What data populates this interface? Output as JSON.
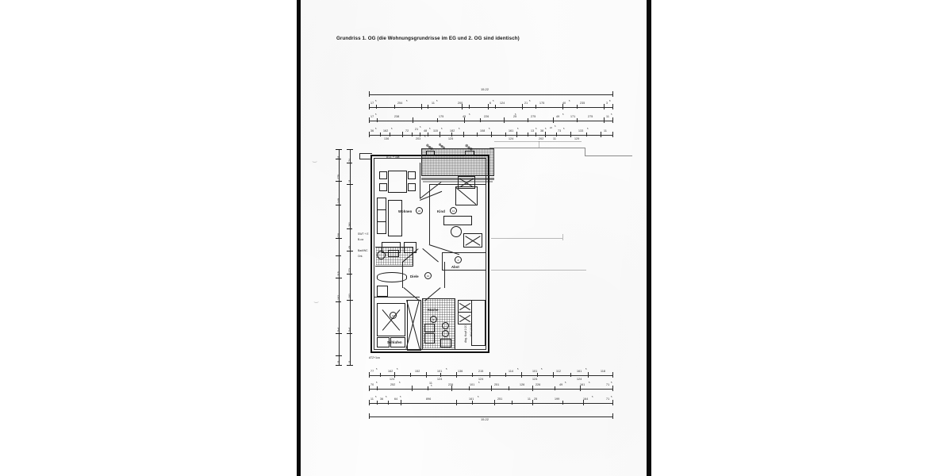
{
  "document": {
    "caption": "Grundriss 1. OG (die Wohnungsgrundrisse im EG und 2. OG sind identisch)",
    "sheet_color": "#fdfdfd",
    "ink_color": "#1b1b1b",
    "scan_bar_color": "#0a0a0a"
  },
  "plan": {
    "total_width_top": "15.22",
    "total_width_bottom": "15.22",
    "rooms": [
      {
        "id": "wohnen",
        "label": "Wohnen",
        "area_mark": "22"
      },
      {
        "id": "kind",
        "label": "Kind",
        "area_mark": "12"
      },
      {
        "id": "diele",
        "label": "Diele",
        "area_mark": "10"
      },
      {
        "id": "abst",
        "label": "Abst",
        "area_mark": "2"
      },
      {
        "id": "schlafen",
        "label": "Schlafen",
        "area_mark": "14"
      },
      {
        "id": "kueche",
        "label": "Küche",
        "area_mark": "9"
      }
    ],
    "annotations": {
      "left_note_1": "SWT + E",
      "left_note_2": "B-ca",
      "left_note_3": "Bad/WC",
      "left_note_4": "Ont.",
      "top_note": "ATZ. + 1ca",
      "right_note_1": "Abg. Kopf 2.20",
      "right_note_2": "HV 0,9 %",
      "bottom_note": "ATZ+1ca"
    },
    "dimensions": {
      "top": [
        {
          "row": 1,
          "values": [
            "17",
            "5",
            "254",
            "5",
            "11",
            "5",
            "200",
            "6",
            "124",
            "21",
            "175",
            "40",
            "5",
            "235",
            "5",
            "3",
            "8",
            "245",
            "5",
            "11",
            "5"
          ]
        },
        {
          "row": 2,
          "values": [
            "17",
            "5",
            "238",
            "175",
            "49",
            "5",
            "226",
            "25",
            "5",
            "275",
            "49",
            "5",
            "171",
            "275",
            "11",
            "5"
          ]
        },
        {
          "row": 3,
          "values": [
            "36",
            "5",
            "162",
            "5",
            "136",
            "72",
            "21",
            "5",
            "48",
            "5",
            "203",
            "5",
            "115",
            "5",
            "182",
            "5",
            "125",
            "108",
            "5",
            "161",
            "5",
            "124",
            "13",
            "5",
            "38",
            "5",
            "22",
            "5",
            "202",
            "11",
            "73",
            "5",
            "129",
            "133",
            "5",
            "11"
          ]
        }
      ],
      "bottom": [
        {
          "row": 1,
          "values": [
            "77",
            "5",
            "162",
            "5",
            "124",
            "152",
            "101",
            "5",
            "124",
            "136",
            "215",
            "124",
            "114",
            "5",
            "101",
            "5",
            "124",
            "112",
            "161",
            "5",
            "124",
            "118"
          ]
        },
        {
          "row": 2,
          "values": [
            "70",
            "5",
            "252",
            "5",
            "11",
            "5",
            "226",
            "101",
            "5",
            "251",
            "126",
            "226",
            "49",
            "5",
            "161",
            "5",
            "164",
            "5",
            "71",
            "5"
          ]
        },
        {
          "row": 3,
          "values": [
            "11",
            "5",
            "36",
            "5",
            "64",
            "5",
            "11",
            "5",
            "896",
            "161",
            "5",
            "251",
            "11",
            "25",
            "199",
            "11",
            "5",
            "164",
            "5",
            "71",
            "5"
          ]
        }
      ],
      "left": [
        {
          "col": 1,
          "values": [
            "11",
            "5",
            "275",
            "149",
            "5",
            "430",
            "115",
            "102",
            "5",
            "177",
            "5",
            "11",
            "5",
            "5x1",
            "11",
            "5"
          ]
        },
        {
          "col": 2,
          "values": [
            "11",
            "5",
            "74",
            "5",
            "11",
            "5",
            "291",
            "11",
            "5",
            "49",
            "5",
            "273",
            "101",
            "5",
            "5x1",
            "11",
            "5"
          ]
        }
      ]
    }
  }
}
